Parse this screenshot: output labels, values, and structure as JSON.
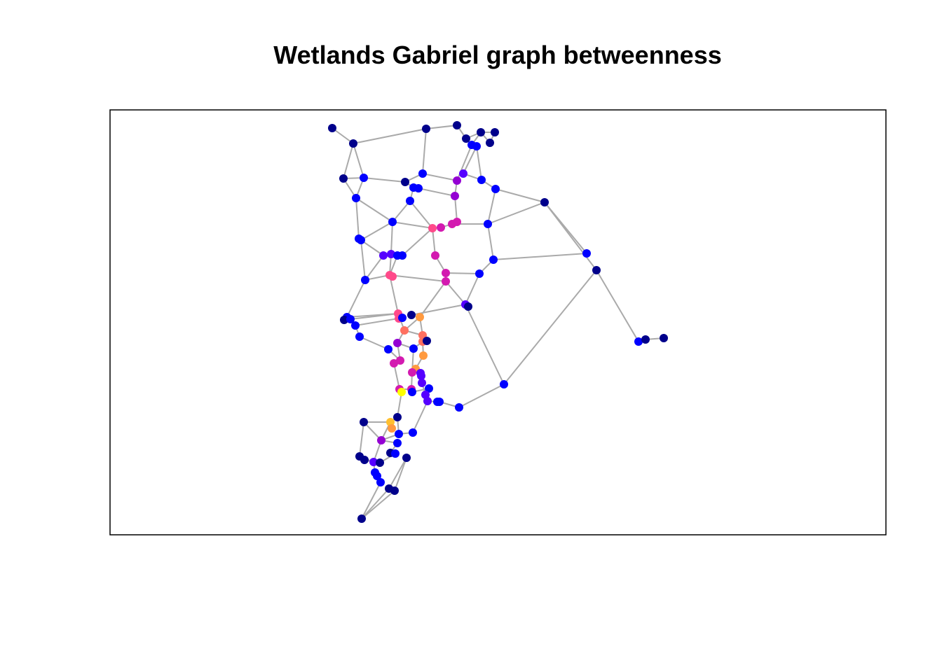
{
  "chart_data": {
    "type": "network",
    "title": "Wetlands Gabriel graph betweenness",
    "xlabel": "",
    "ylabel": "",
    "xlim": [
      0,
      110.7
    ],
    "ylim": [
      0,
      60.7
    ],
    "axes_shown": false,
    "frame": true,
    "edge_color": "#AAAAAA",
    "betweenness_palette": [
      "#00008B",
      "#0000FF",
      "#5500FF",
      "#9400D3",
      "#D31AB0",
      "#FF4A8A",
      "#FF7060",
      "#FF9A40",
      "#FFC030",
      "#FFFF00"
    ],
    "nodes": [
      [
        31.7,
        58.1,
        0
      ],
      [
        34.7,
        55.9,
        0
      ],
      [
        45.1,
        58.0,
        0
      ],
      [
        49.5,
        58.5,
        0
      ],
      [
        52.9,
        57.5,
        0
      ],
      [
        54.9,
        57.5,
        0
      ],
      [
        50.8,
        56.6,
        0
      ],
      [
        54.2,
        56.0,
        0
      ],
      [
        51.6,
        55.7,
        1
      ],
      [
        52.3,
        55.5,
        1
      ],
      [
        33.3,
        50.9,
        0
      ],
      [
        36.2,
        51.0,
        1
      ],
      [
        42.1,
        50.4,
        0
      ],
      [
        44.6,
        51.6,
        1
      ],
      [
        43.3,
        49.6,
        1
      ],
      [
        44.0,
        49.5,
        1
      ],
      [
        49.5,
        50.6,
        3
      ],
      [
        50.4,
        51.6,
        2
      ],
      [
        53.0,
        50.7,
        1
      ],
      [
        55.0,
        49.4,
        1
      ],
      [
        62.0,
        47.5,
        0
      ],
      [
        35.1,
        48.1,
        1
      ],
      [
        42.8,
        47.7,
        1
      ],
      [
        49.2,
        48.4,
        3
      ],
      [
        40.3,
        44.7,
        1
      ],
      [
        46.0,
        43.8,
        5
      ],
      [
        47.2,
        43.9,
        4
      ],
      [
        48.8,
        44.4,
        4
      ],
      [
        49.5,
        44.7,
        4
      ],
      [
        53.9,
        44.4,
        1
      ],
      [
        35.5,
        42.3,
        1
      ],
      [
        35.8,
        42.1,
        1
      ],
      [
        39.0,
        39.9,
        2
      ],
      [
        40.1,
        40.1,
        2
      ],
      [
        41.0,
        39.9,
        1
      ],
      [
        41.7,
        39.9,
        1
      ],
      [
        46.4,
        39.9,
        4
      ],
      [
        68.0,
        40.2,
        1
      ],
      [
        54.7,
        39.3,
        1
      ],
      [
        39.9,
        37.1,
        5
      ],
      [
        40.3,
        36.9,
        5
      ],
      [
        47.9,
        37.4,
        4
      ],
      [
        47.9,
        36.2,
        4
      ],
      [
        52.7,
        37.3,
        1
      ],
      [
        69.4,
        37.8,
        0
      ],
      [
        36.4,
        36.4,
        1
      ],
      [
        50.7,
        32.9,
        2
      ],
      [
        51.1,
        32.6,
        0
      ],
      [
        33.8,
        31.1,
        1
      ],
      [
        33.4,
        30.7,
        0
      ],
      [
        34.3,
        30.8,
        1
      ],
      [
        35.0,
        29.9,
        1
      ],
      [
        41.1,
        31.6,
        5
      ],
      [
        41.2,
        30.9,
        5
      ],
      [
        41.7,
        31.0,
        1
      ],
      [
        43.0,
        31.4,
        0
      ],
      [
        44.2,
        31.1,
        7
      ],
      [
        42.0,
        29.2,
        6
      ],
      [
        44.6,
        28.5,
        6
      ],
      [
        44.6,
        27.6,
        6
      ],
      [
        45.2,
        27.7,
        0
      ],
      [
        35.6,
        28.3,
        1
      ],
      [
        41.0,
        27.4,
        3
      ],
      [
        39.7,
        26.5,
        1
      ],
      [
        43.3,
        26.6,
        1
      ],
      [
        41.4,
        24.9,
        4
      ],
      [
        40.5,
        24.5,
        4
      ],
      [
        44.7,
        25.6,
        7
      ],
      [
        43.6,
        23.7,
        7
      ],
      [
        43.1,
        23.2,
        4
      ],
      [
        44.3,
        23.1,
        2
      ],
      [
        44.4,
        22.7,
        2
      ],
      [
        44.5,
        21.7,
        2
      ],
      [
        41.3,
        20.8,
        4
      ],
      [
        41.6,
        20.4,
        9
      ],
      [
        43.0,
        20.8,
        4
      ],
      [
        43.1,
        20.4,
        1
      ],
      [
        45.5,
        20.9,
        1
      ],
      [
        45.0,
        20.0,
        2
      ],
      [
        45.3,
        19.1,
        2
      ],
      [
        46.7,
        19.0,
        1
      ],
      [
        47.0,
        19.0,
        1
      ],
      [
        49.8,
        18.2,
        1
      ],
      [
        56.2,
        21.5,
        1
      ],
      [
        75.4,
        27.6,
        1
      ],
      [
        76.4,
        27.9,
        0
      ],
      [
        79.0,
        28.1,
        0
      ],
      [
        41.0,
        16.8,
        0
      ],
      [
        40.0,
        16.1,
        8
      ],
      [
        40.2,
        15.2,
        7
      ],
      [
        36.2,
        16.1,
        0
      ],
      [
        41.2,
        14.4,
        1
      ],
      [
        43.2,
        14.6,
        1
      ],
      [
        38.7,
        13.5,
        3
      ],
      [
        41.0,
        13.1,
        1
      ],
      [
        40.0,
        11.7,
        0
      ],
      [
        40.7,
        11.6,
        1
      ],
      [
        42.3,
        11.0,
        0
      ],
      [
        35.6,
        11.2,
        0
      ],
      [
        36.3,
        10.7,
        0
      ],
      [
        37.6,
        10.4,
        2
      ],
      [
        38.5,
        10.3,
        0
      ],
      [
        37.8,
        8.9,
        1
      ],
      [
        38.1,
        8.4,
        1
      ],
      [
        38.6,
        7.5,
        1
      ],
      [
        39.8,
        6.6,
        0
      ],
      [
        40.6,
        6.3,
        0
      ],
      [
        35.9,
        2.3,
        0
      ]
    ],
    "edges": [
      [
        1,
        2
      ],
      [
        2,
        3
      ],
      [
        3,
        4
      ],
      [
        3,
        14
      ],
      [
        2,
        11
      ],
      [
        2,
        12
      ],
      [
        11,
        12
      ],
      [
        11,
        22
      ],
      [
        12,
        22
      ],
      [
        12,
        13
      ],
      [
        13,
        14
      ],
      [
        14,
        17
      ],
      [
        13,
        15
      ],
      [
        16,
        24
      ],
      [
        15,
        23
      ],
      [
        23,
        25
      ],
      [
        23,
        26
      ],
      [
        22,
        25
      ],
      [
        22,
        31
      ],
      [
        25,
        26
      ],
      [
        25,
        32
      ],
      [
        25,
        34
      ],
      [
        26,
        27
      ],
      [
        27,
        28
      ],
      [
        28,
        30
      ],
      [
        24,
        29
      ],
      [
        24,
        17
      ],
      [
        17,
        9
      ],
      [
        18,
        10
      ],
      [
        4,
        7
      ],
      [
        7,
        9
      ],
      [
        5,
        7
      ],
      [
        5,
        9
      ],
      [
        5,
        6
      ],
      [
        6,
        8
      ],
      [
        8,
        5
      ],
      [
        10,
        19
      ],
      [
        18,
        19
      ],
      [
        19,
        20
      ],
      [
        20,
        30
      ],
      [
        20,
        21
      ],
      [
        21,
        30
      ],
      [
        21,
        45
      ],
      [
        38,
        39
      ],
      [
        30,
        39
      ],
      [
        39,
        44
      ],
      [
        44,
        42
      ],
      [
        44,
        47
      ],
      [
        26,
        37
      ],
      [
        26,
        36
      ],
      [
        37,
        42
      ],
      [
        42,
        43
      ],
      [
        43,
        40
      ],
      [
        43,
        47
      ],
      [
        43,
        57
      ],
      [
        56,
        47
      ],
      [
        47,
        84
      ],
      [
        45,
        84
      ],
      [
        45,
        85
      ],
      [
        85,
        86
      ],
      [
        86,
        87
      ],
      [
        84,
        83
      ],
      [
        83,
        82
      ],
      [
        81,
        80
      ],
      [
        34,
        40
      ],
      [
        40,
        35
      ],
      [
        33,
        31
      ],
      [
        33,
        46
      ],
      [
        32,
        46
      ],
      [
        40,
        46
      ],
      [
        46,
        49
      ],
      [
        36,
        35
      ],
      [
        40,
        53
      ],
      [
        53,
        49
      ],
      [
        53,
        51
      ],
      [
        55,
        52
      ],
      [
        57,
        58
      ],
      [
        57,
        59
      ],
      [
        58,
        53
      ],
      [
        58,
        63
      ],
      [
        58,
        59
      ],
      [
        59,
        60
      ],
      [
        60,
        65
      ],
      [
        60,
        68
      ],
      [
        62,
        52
      ],
      [
        62,
        64
      ],
      [
        64,
        66
      ],
      [
        63,
        66
      ],
      [
        63,
        65
      ],
      [
        65,
        70
      ],
      [
        66,
        67
      ],
      [
        67,
        74
      ],
      [
        68,
        69
      ],
      [
        69,
        70
      ],
      [
        70,
        76
      ],
      [
        69,
        71
      ],
      [
        71,
        72
      ],
      [
        72,
        73
      ],
      [
        73,
        79
      ],
      [
        79,
        80
      ],
      [
        78,
        77
      ],
      [
        76,
        74
      ],
      [
        74,
        75
      ],
      [
        75,
        88
      ],
      [
        80,
        93
      ],
      [
        88,
        89
      ],
      [
        88,
        92
      ],
      [
        89,
        91
      ],
      [
        91,
        94
      ],
      [
        91,
        99
      ],
      [
        89,
        94
      ],
      [
        94,
        92
      ],
      [
        94,
        95
      ],
      [
        94,
        101
      ],
      [
        93,
        92
      ],
      [
        95,
        96
      ],
      [
        96,
        97
      ],
      [
        101,
        99
      ],
      [
        101,
        100
      ],
      [
        99,
        100
      ],
      [
        102,
        97
      ],
      [
        101,
        103
      ],
      [
        103,
        104
      ],
      [
        104,
        105
      ],
      [
        105,
        108
      ],
      [
        106,
        108
      ],
      [
        106,
        98
      ],
      [
        107,
        98
      ],
      [
        107,
        108
      ],
      [
        106,
        107
      ],
      [
        102,
        101
      ],
      [
        38,
        21
      ]
    ]
  }
}
